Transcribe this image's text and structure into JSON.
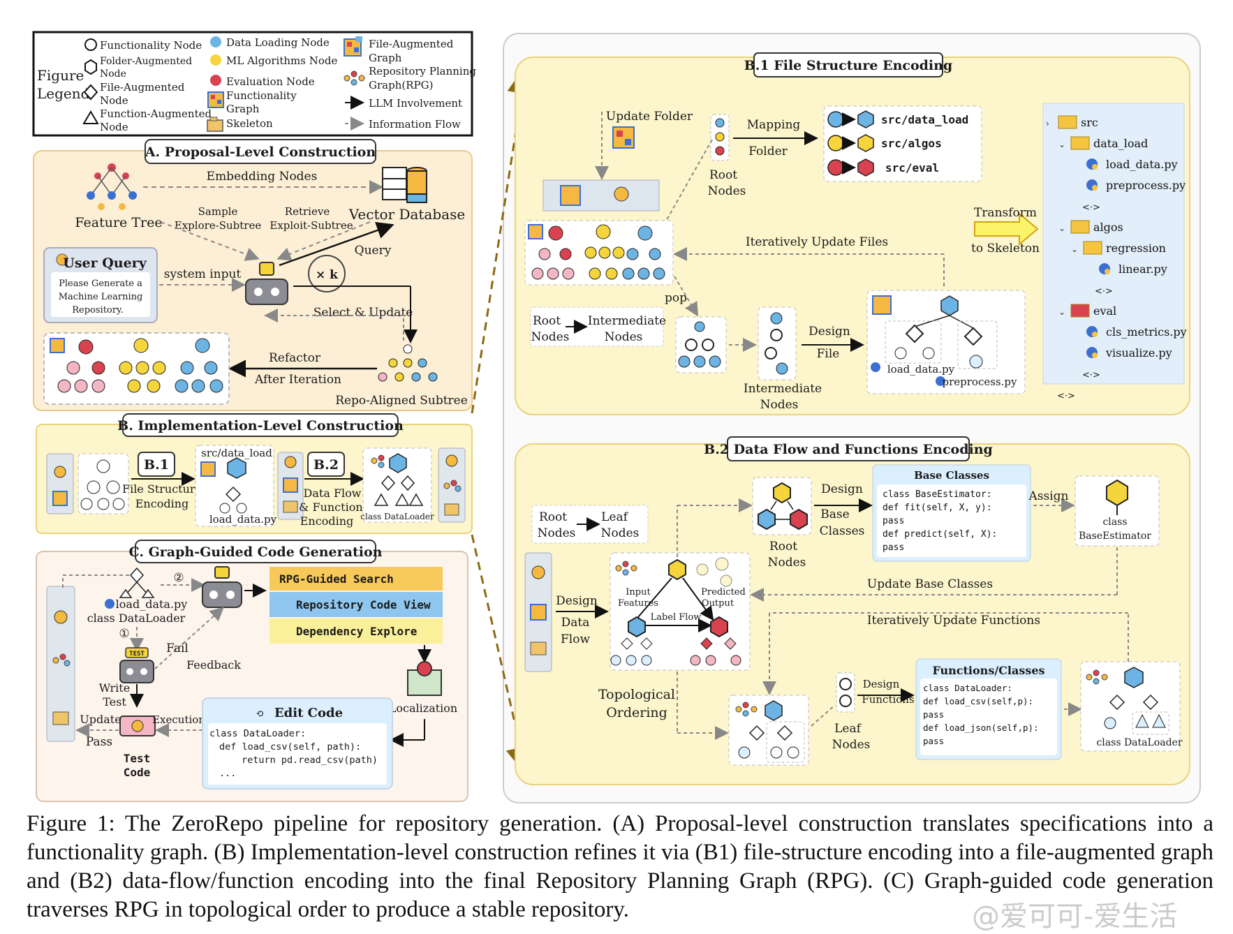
{
  "legend": {
    "title_line1": "Figure",
    "title_line2": "Legend",
    "functionality_node": "Functionality Node",
    "folder_node_1": "Folder-Augmented",
    "folder_node_2": "Node",
    "file_node_1": "File-Augmented",
    "file_node_2": "Node",
    "function_node_1": "Function-Augmented",
    "function_node_2": "Node",
    "data_loading_node": "Data Loading Node",
    "ml_algorithms_node": "ML Algorithms Node",
    "evaluation_node": "Evaluation Node",
    "functionality_graph_1": "Functionality",
    "functionality_graph_2": "Graph",
    "skeleton": "Skeleton",
    "file_graph_1": "File-Augmented",
    "file_graph_2": "Graph",
    "rpg_1": "Repository Planning",
    "rpg_2": "Graph(RPG)",
    "llm_involvement": "LLM Involvement",
    "information_flow": "Information Flow"
  },
  "sectionA": {
    "title": "A. Proposal-Level Construction",
    "embedding_nodes": "Embedding Nodes",
    "feature_tree": "Feature Tree",
    "vector_database": "Vector Database",
    "sample_1": "Sample",
    "sample_2": "Explore-Subtree",
    "retrieve_1": "Retrieve",
    "retrieve_2": "Exploit-Subtree",
    "user_query": "User Query",
    "query_text_1": "Please Generate a",
    "query_text_2": "Machine Learning",
    "query_text_3": "Repository.",
    "system_input": "system input",
    "query": "Query",
    "times_k": "× k",
    "select_update": "Select & Update",
    "refactor_1": "Refactor",
    "refactor_2": "After Iteration",
    "repo_aligned": "Repo-Aligned Subtree"
  },
  "sectionB": {
    "title": "B. Implementation-Level Construction",
    "b1": "B.1",
    "b1_label_1": "File Structure",
    "b1_label_2": "Encoding",
    "src_data_load": "src/data_load",
    "load_data_py": "load_data.py",
    "b2": "B.2",
    "b2_label_1": "Data Flow",
    "b2_label_2": "& Functions",
    "b2_label_3": "Encoding",
    "class_dataloader": "class DataLoader"
  },
  "sectionC": {
    "title": "C. Graph-Guided Code Generation",
    "load_data_py": "load_data.py",
    "class_dataloader": "class DataLoader",
    "step1": "①",
    "step2": "②",
    "rpg_search": "RPG-Guided Search",
    "repo_code_view": "Repository Code View",
    "dependency_explore": "Dependency Explore",
    "fail": "Fail",
    "feedback": "Feedback",
    "test_badge": "TEST",
    "write_test_1": "Write",
    "write_test_2": "Test",
    "update": "Update",
    "pass": "Pass",
    "execution": "Execution",
    "test_code_1": "Test",
    "test_code_2": "Code",
    "edit_code": "Edit Code",
    "code_1": "class DataLoader:",
    "code_2": "def load_csv(self, path):",
    "code_3": "return pd.read_csv(path)",
    "code_4": "...",
    "localization": "Localization"
  },
  "sectionB1": {
    "title": "B.1 File Structure Encoding",
    "update_folder": "Update Folder",
    "mapping": "Mapping",
    "folder": "Folder",
    "root_nodes_1": "Root",
    "root_nodes_2": "Nodes",
    "src_data_load": "src/data_load",
    "src_algos": "src/algos",
    "src_eval": "src/eval",
    "iter_update_files": "Iteratively Update Files",
    "pop": "pop",
    "root": "Root",
    "nodes": "Nodes",
    "intermediate": "Intermediate",
    "intermediate_nodes_1": "Intermediate",
    "intermediate_nodes_2": "Nodes",
    "design": "Design",
    "file": "File",
    "load_data_py": "load_data.py",
    "preprocess_py": "preprocess.py",
    "transform_1": "Transform",
    "transform_2": "to Skeleton",
    "tree": [
      {
        "label": "src",
        "type": "folder"
      },
      {
        "label": "data_load",
        "type": "folder"
      },
      {
        "label": "load_data.py",
        "type": "python"
      },
      {
        "label": "preprocess.py",
        "type": "python"
      },
      {
        "label": "<·>",
        "type": "more"
      },
      {
        "label": "algos",
        "type": "folder"
      },
      {
        "label": "regression",
        "type": "folder"
      },
      {
        "label": "linear.py",
        "type": "python"
      },
      {
        "label": "<·>",
        "type": "more"
      },
      {
        "label": "eval",
        "type": "folder-red"
      },
      {
        "label": "cls_metrics.py",
        "type": "python"
      },
      {
        "label": "visualize.py",
        "type": "python"
      },
      {
        "label": "<·>",
        "type": "more"
      },
      {
        "label": "<·>",
        "type": "more"
      }
    ]
  },
  "sectionB2": {
    "title": "B.2 Data Flow and Functions Encoding",
    "root": "Root",
    "nodes": "Nodes",
    "leaf": "Leaf",
    "design_1": "Design",
    "design_2": "Data",
    "design_3": "Flow",
    "input_features_1": "Input",
    "input_features_2": "Features",
    "predicted_output_1": "Predicted",
    "predicted_output_2": "Output",
    "label_flow": "Label Flow",
    "topo_1": "Topological",
    "topo_2": "Ordering",
    "design_base_1": "Design",
    "design_base_2": "Base",
    "design_base_3": "Classes",
    "root_nodes_1": "Root",
    "root_nodes_2": "Nodes",
    "base_classes_title": "Base Classes",
    "base_code": [
      "class BaseEstimator:",
      "  def fit(self, X, y):",
      "    pass",
      "  def predict(self, X):",
      "    pass"
    ],
    "assign": "Assign",
    "class_be_1": "class",
    "class_be_2": "BaseEstimator",
    "update_base": "Update Base Classes",
    "iter_update_functions": "Iteratively Update Functions",
    "design_functions_1": "Design",
    "design_functions_2": "Functions",
    "leaf_nodes_1": "Leaf",
    "leaf_nodes_2": "Nodes",
    "functions_title": "Functions/Classes",
    "functions_code": [
      "class DataLoader:",
      " def load_csv(self,p):",
      "   pass",
      " def load_json(self,p):",
      "   pass"
    ],
    "class_dataloader": "class DataLoader"
  },
  "caption": "Figure 1: The ZeroRepo pipeline for repository generation. (A) Proposal-level construction translates specifications into a functionality graph. (B) Implementation-level construction refines it via (B1) file-structure encoding into a file-augmented graph and (B2) data-flow/function encoding into the final Repository Planning Graph (RPG). (C) Graph-guided code generation traverses RPG in topological order to produce a stable repository.",
  "watermark": "@爱可可-爱生活",
  "colors": {
    "blue": "#6cb4e4",
    "yellow": "#f5d43c",
    "red": "#d9434f",
    "pink": "#f4b6c2",
    "light_yellow": "#fdf6cc",
    "panel_bg": "#fcefd6",
    "code_bg": "#dcefff",
    "gold_arrow": "#8a6a12"
  }
}
